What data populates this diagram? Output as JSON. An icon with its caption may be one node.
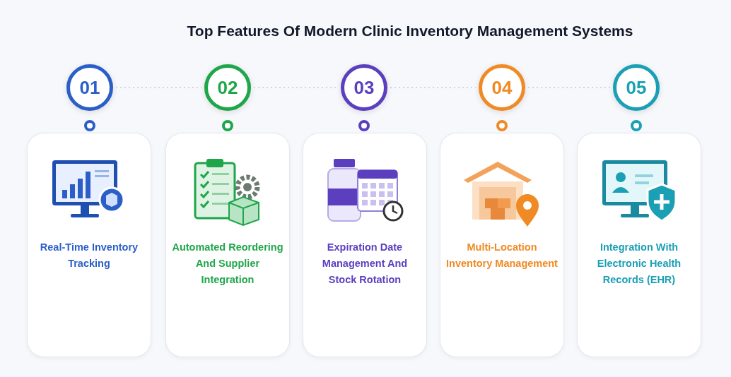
{
  "diagram": {
    "title": "Top Features Of Modern Clinic Inventory Management Systems",
    "nodes": [
      {
        "text": [
          "01"
        ]
      },
      {
        "text": [
          "02"
        ]
      },
      {
        "text": [
          "03"
        ]
      },
      {
        "text": [
          "04"
        ]
      },
      {
        "text": [
          "05"
        ]
      },
      {
        "text": [
          "Real-Time Inventory Tracking"
        ]
      },
      {
        "text": [
          "Automated Reordering And Supplier Integration"
        ]
      },
      {
        "text": [
          "Expiration Date Management And Stock Rotation"
        ]
      },
      {
        "text": [
          "Multi-Location Inventory Management"
        ]
      },
      {
        "text": [
          "Integration With Electronic Health Records (EHR)"
        ]
      }
    ],
    "edges": [
      {
        "from": 0,
        "to": 1,
        "arrow": "none",
        "style": "dashed"
      },
      {
        "from": 1,
        "to": 2,
        "arrow": "none",
        "style": "dashed"
      },
      {
        "from": 2,
        "to": 3,
        "arrow": "none",
        "style": "dashed"
      },
      {
        "from": 3,
        "to": 4,
        "arrow": "none",
        "style": "dashed"
      }
    ]
  }
}
